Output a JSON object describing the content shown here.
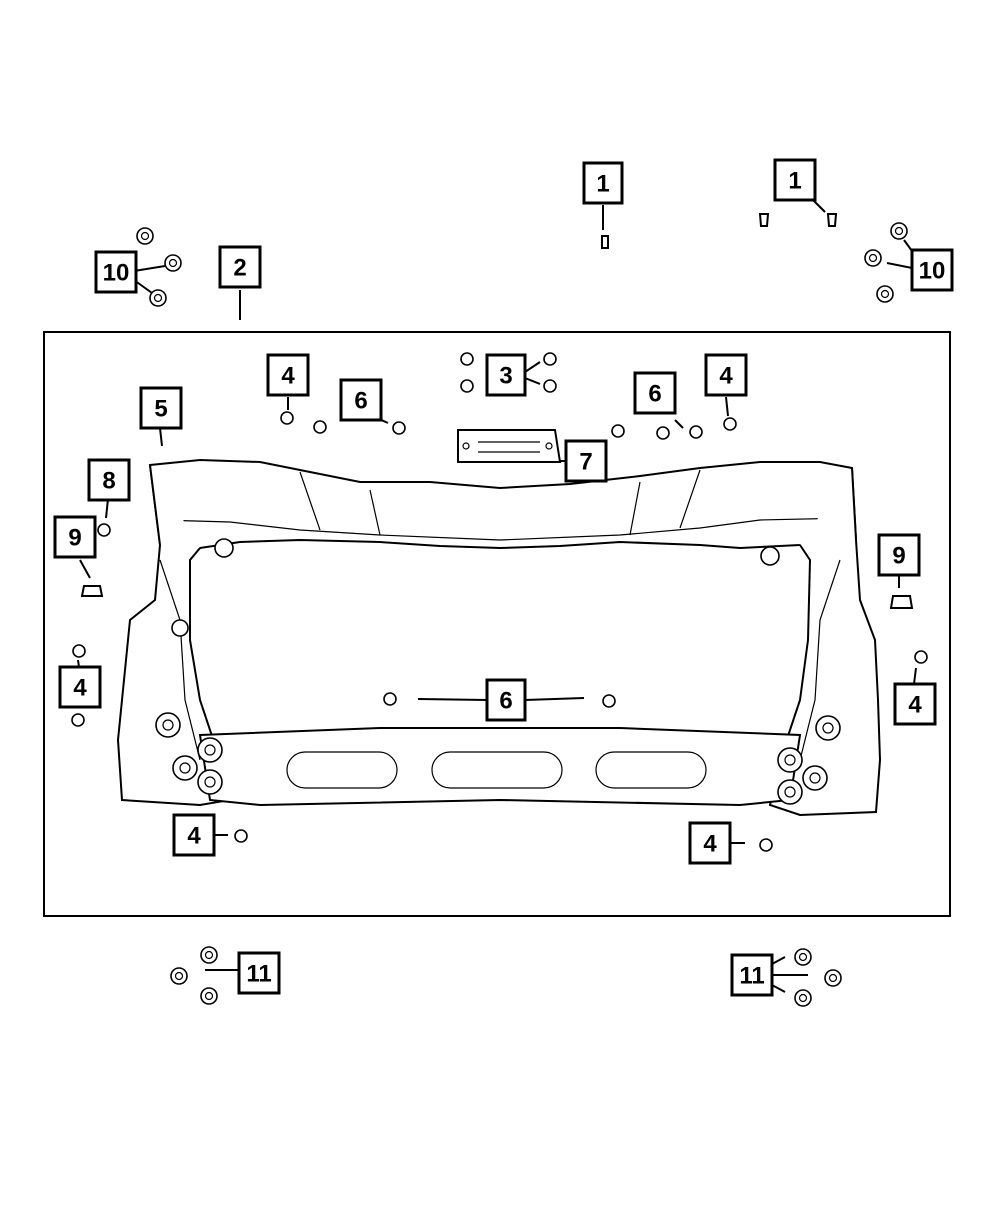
{
  "callouts": {
    "c1a": "1",
    "c1b": "1",
    "c2": "2",
    "c3": "3",
    "c4a": "4",
    "c4b": "4",
    "c4c": "4",
    "c4d": "4",
    "c4e": "4",
    "c4f": "4",
    "c5": "5",
    "c6a": "6",
    "c6b": "6",
    "c6c": "6",
    "c7": "7",
    "c8": "8",
    "c9a": "9",
    "c9b": "9",
    "c10a": "10",
    "c10b": "10",
    "c11a": "11",
    "c11b": "11"
  }
}
